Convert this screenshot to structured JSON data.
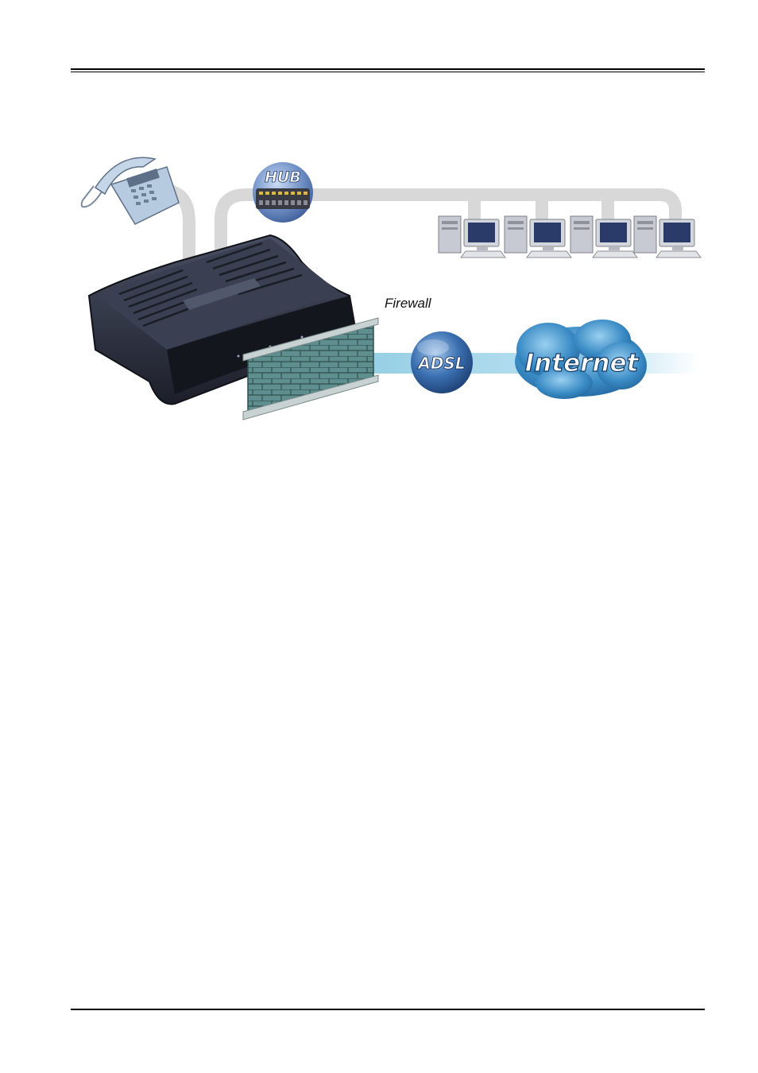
{
  "diagram": {
    "labels": {
      "hub": "HUB",
      "firewall": "Firewall",
      "adsl": "ADSL",
      "internet": "Internet"
    },
    "icons": [
      "telephone-icon",
      "hub-icon",
      "router-icon",
      "firewall-wall-icon",
      "adsl-globe-icon",
      "internet-cloud-icon",
      "computer-icon"
    ],
    "colors": {
      "cable": "#d9d9d9",
      "adsl_line": "#a8d8ea",
      "router": "#2b2f3d",
      "wall": "#5a8c8c",
      "globe": "#2f5f9a",
      "cloud": "#2f7fb8"
    }
  }
}
